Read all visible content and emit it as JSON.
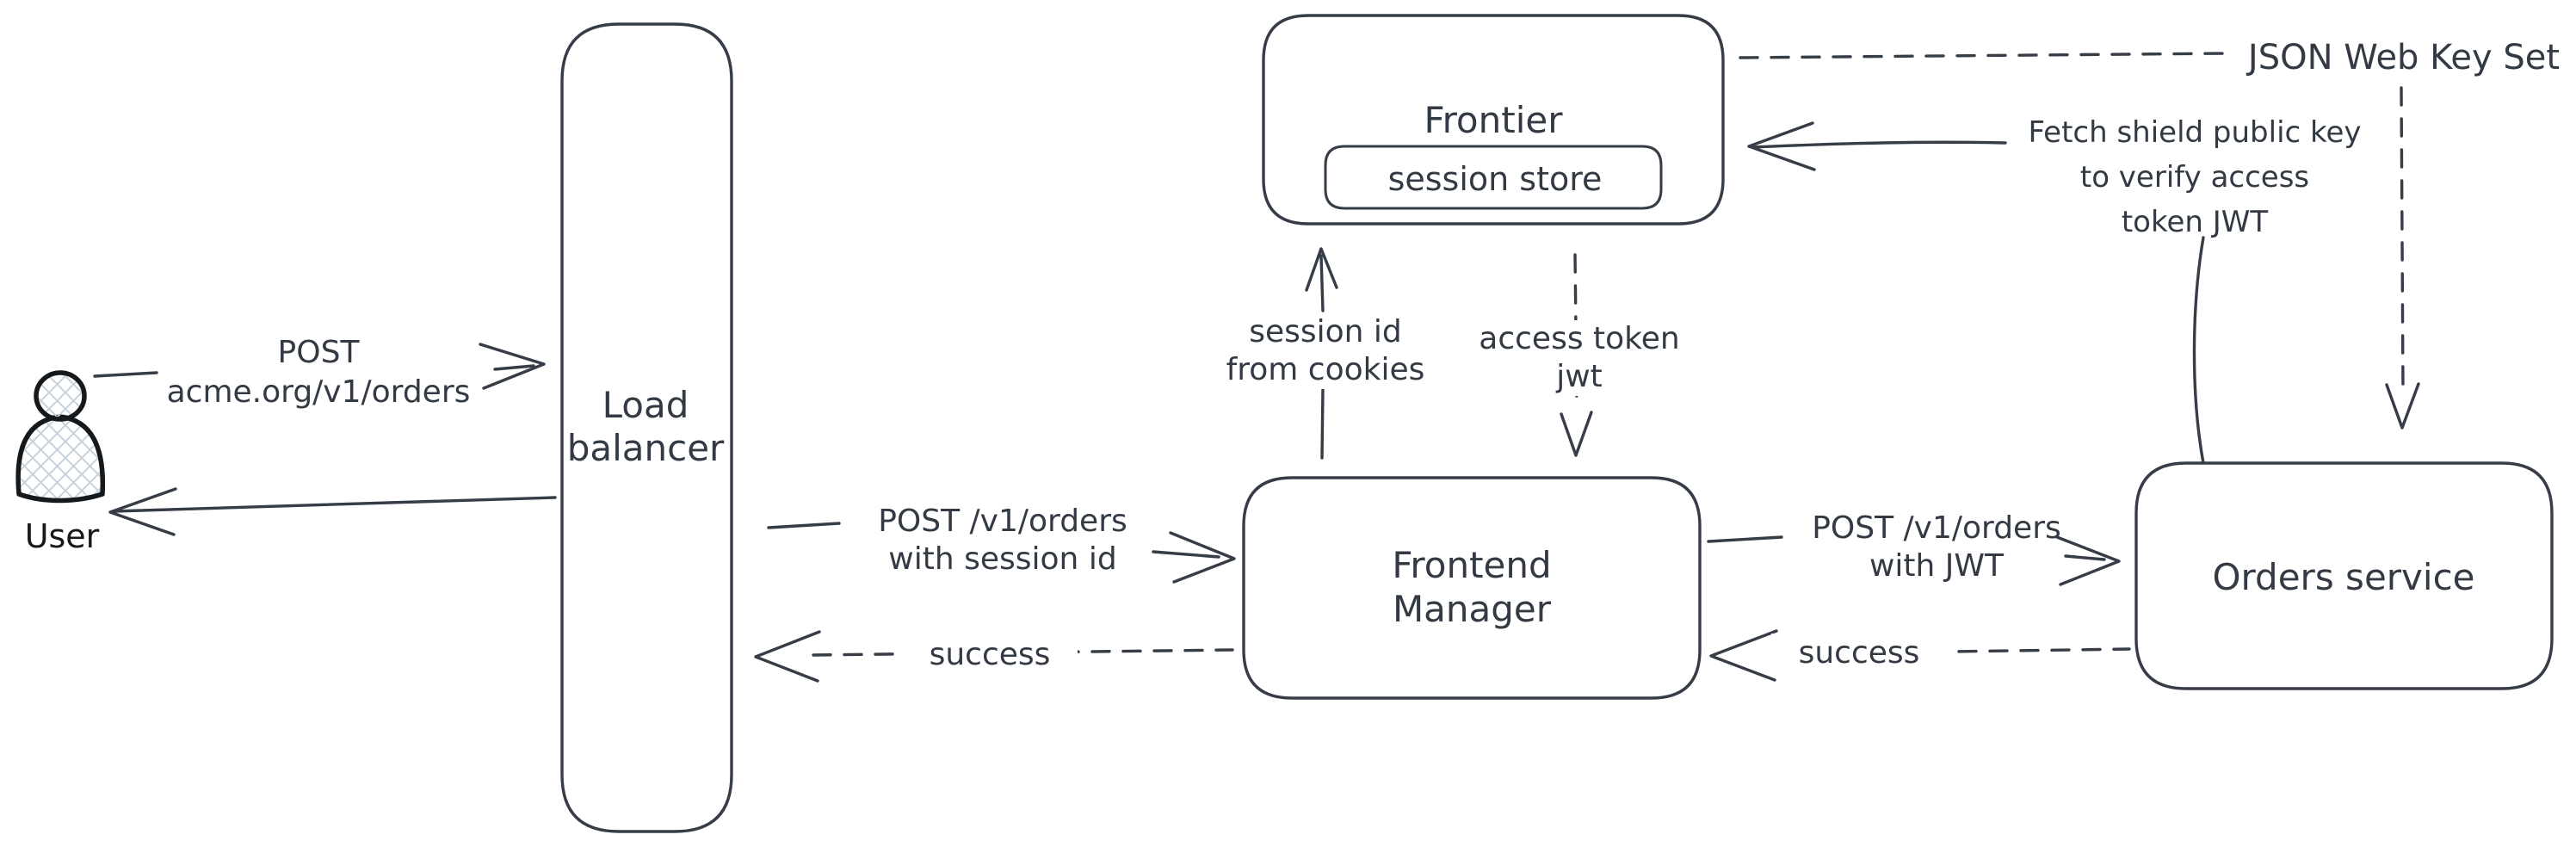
{
  "diagram": {
    "type": "flow-diagram",
    "colors": {
      "background": "#ffffff",
      "ink": "#363d47",
      "text": "#333a44",
      "user_ink": "#16191c",
      "hatch": "#c9d2da"
    },
    "nodes": {
      "user": {
        "label": "User"
      },
      "load_balancer": {
        "label": "Load\nbalancer"
      },
      "frontier": {
        "label": "Frontier"
      },
      "session_store": {
        "label": "session store"
      },
      "frontend_manager": {
        "label": "Frontend\nManager"
      },
      "orders_service": {
        "label": "Orders service"
      }
    },
    "edges": {
      "user_to_load_balancer": {
        "label": "POST\nacme.org/v1/orders",
        "style": "solid"
      },
      "load_balancer_to_user": {
        "label": "",
        "style": "solid"
      },
      "load_balancer_to_frontend_manager": {
        "label": "POST /v1/orders\nwith session id",
        "style": "solid"
      },
      "frontend_manager_to_load_balancer": {
        "label": "success",
        "style": "dashed"
      },
      "frontend_manager_to_frontier": {
        "label": "session id\nfrom cookies",
        "style": "solid"
      },
      "frontier_to_frontend_manager": {
        "label": "access token\njwt",
        "style": "dashed"
      },
      "frontend_manager_to_orders_service": {
        "label": "POST /v1/orders\nwith JWT",
        "style": "solid"
      },
      "orders_service_to_frontend_manager": {
        "label": "success",
        "style": "dashed"
      },
      "frontier_to_jwks": {
        "label": "JSON Web Key Set",
        "style": "dashed"
      },
      "jwks_to_orders_service": {
        "label": "",
        "style": "dashed"
      },
      "orders_service_to_frontier": {
        "label": "Fetch shield public key\nto verify access\ntoken JWT",
        "style": "solid"
      }
    }
  }
}
